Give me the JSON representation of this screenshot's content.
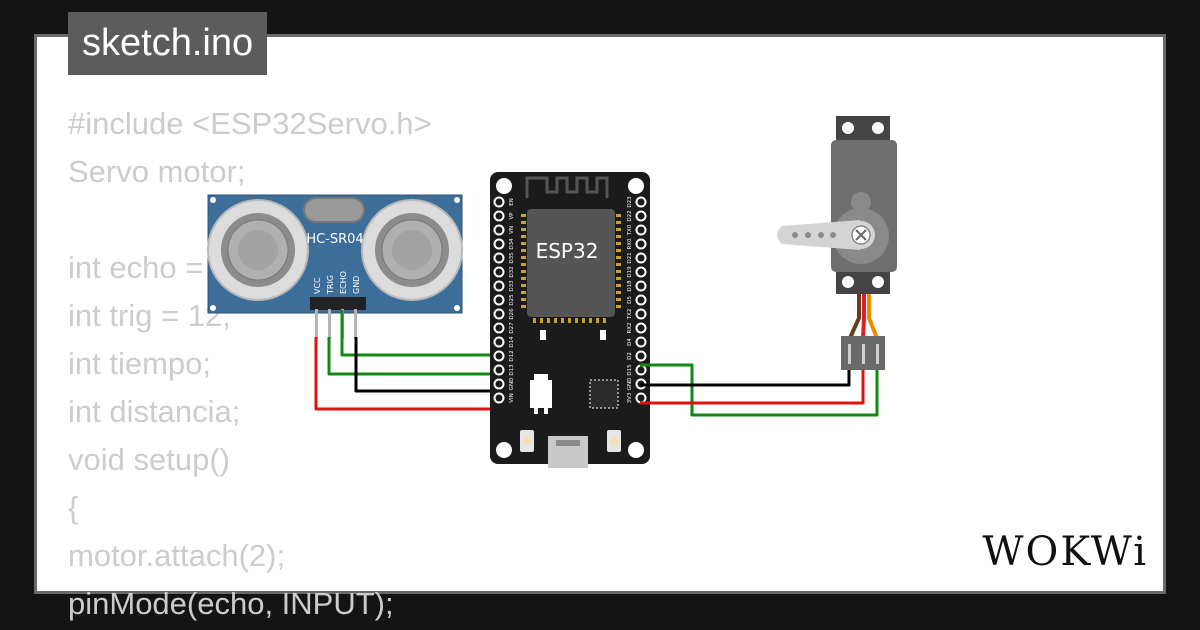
{
  "tab": {
    "filename": "sketch.ino"
  },
  "code_lines": [
    "#include <ESP32Servo.h>",
    "Servo motor;",
    "",
    "int echo = 14;",
    "int trig = 12;",
    "int tiempo;",
    "int distancia;",
    "void setup()",
    "{",
    "motor.attach(2);",
    "pinMode(echo, INPUT);"
  ],
  "sensor": {
    "label": "HC-SR04",
    "pins": [
      "VCC",
      "TRIG",
      "ECHO",
      "GND"
    ]
  },
  "board": {
    "label": "ESP32",
    "left_pins": [
      "EN",
      "VP",
      "VN",
      "D34",
      "D35",
      "D32",
      "D33",
      "D25",
      "D26",
      "D27",
      "D14",
      "D12",
      "D13",
      "GND",
      "VIN"
    ],
    "right_pins": [
      "D23",
      "D22",
      "TX0",
      "RX0",
      "D21",
      "D19",
      "D18",
      "D5",
      "TX2",
      "RX2",
      "D4",
      "D2",
      "D15",
      "GND",
      "3V3"
    ]
  },
  "brand": {
    "name": "WOKWi"
  },
  "colors": {
    "background": "#141414",
    "card": "#ffffff",
    "tab": "#5c5c5c",
    "code_text": "#cccccc",
    "sensor_board": "#3d6d99",
    "esp_board": "#1b1b1b",
    "esp_chip": "#555555",
    "servo_body": "#6e6e6e",
    "wire_red": "#e01010",
    "wire_green": "#118811",
    "wire_black": "#000000",
    "wire_orange": "#f08a00"
  },
  "icons": [
    "wifi-antenna-icon",
    "servo-x-icon",
    "usb-port-icon"
  ]
}
